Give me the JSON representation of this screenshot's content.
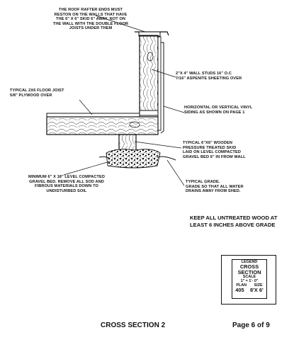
{
  "notes": {
    "rafter": "THE ROOF RAFTER ENDS MUST\nRESTON ON THE WALLS THAT HAVE\nTHE 6\" X 6\" SKID 6\" AWAY. NOT ON\nTHE WALL WITH THE DOUBLE FLOOR\nJOISTS UNDER THEM",
    "wall_studs": "2\"X 4\" WALL STUDS 16\" O.C\n7/16\" ASPENITE SHEETING OVER",
    "floor_joist": "TYPICAL 2X6 FLOOR JOIST\n5/8\" PLYWOOD OVER",
    "siding": "HORIZONTAL OR VERTICAL VINYL\nSIDING AS SHOWN ON PAGE 1",
    "skid": "TYPICAL 6\"X6\" WOODEN\nPRESSURE TREATED SKID\nLAID ON LEVEL COMPACTED\nGRAVEL BED 6\" IN FROM WALL",
    "gravel": "MINIMUM 6\" X 18\" LEVEL COMPACTED\nGRAVEL BED. REMOVE ALL SOD AND\nFIBROUS MATERIALS DOWN TO\nUNDISTURBED SOIL",
    "grade": "TYPICAL GRADE.\nGRADE SO THAT ALL WATER\nDRAINS AWAY FROM SHED.",
    "untreated": "KEEP ALL UNTREATED WOOD AT\nLEAST  6  INCHES ABOVE GRADE"
  },
  "legend": {
    "title": "LEGEND",
    "heading_1": "CROSS",
    "heading_2": "SECTION",
    "scale_label": "SCALE",
    "scale_value": "1\" = 1'- 0\"",
    "plan_label": "PLAN",
    "plan_value": "405",
    "size_label": "SIZE",
    "size_value": "8'X 6'"
  },
  "footer": {
    "title": "CROSS SECTION 2",
    "page": "Page 6  of  9"
  }
}
